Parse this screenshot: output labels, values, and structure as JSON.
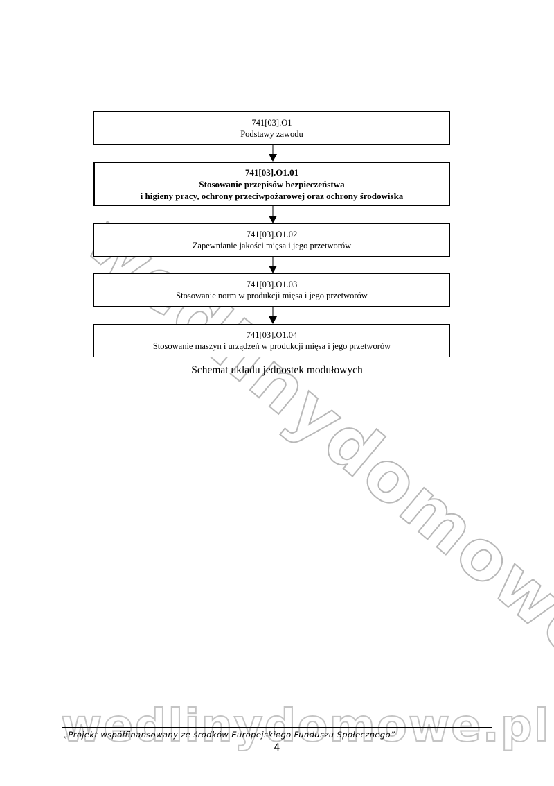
{
  "diagram": {
    "boxes": [
      {
        "code": "741[03].O1",
        "title": "Podstawy zawodu"
      },
      {
        "code": "741[03].O1.01",
        "title": "Stosowanie przepisów bezpieczeństwa",
        "title2": "i higieny pracy, ochrony przeciwpożarowej oraz ochrony środowiska"
      },
      {
        "code": "741[03].O1.02",
        "title": "Zapewnianie jakości mięsa i jego przetworów"
      },
      {
        "code": "741[03].O1.03",
        "title": "Stosowanie norm w produkcji mięsa i jego przetworów"
      },
      {
        "code": "741[03].O1.04",
        "title": "Stosowanie maszyn i urządzeń w produkcji mięsa i jego przetworów"
      }
    ],
    "caption": "Schemat układu jednostek modułowych"
  },
  "watermark": "wedlinydomowe.pl",
  "footer": {
    "note": "„Projekt współfinansowany ze środków Europejskiego Funduszu Społecznego”",
    "page_number": "4"
  }
}
